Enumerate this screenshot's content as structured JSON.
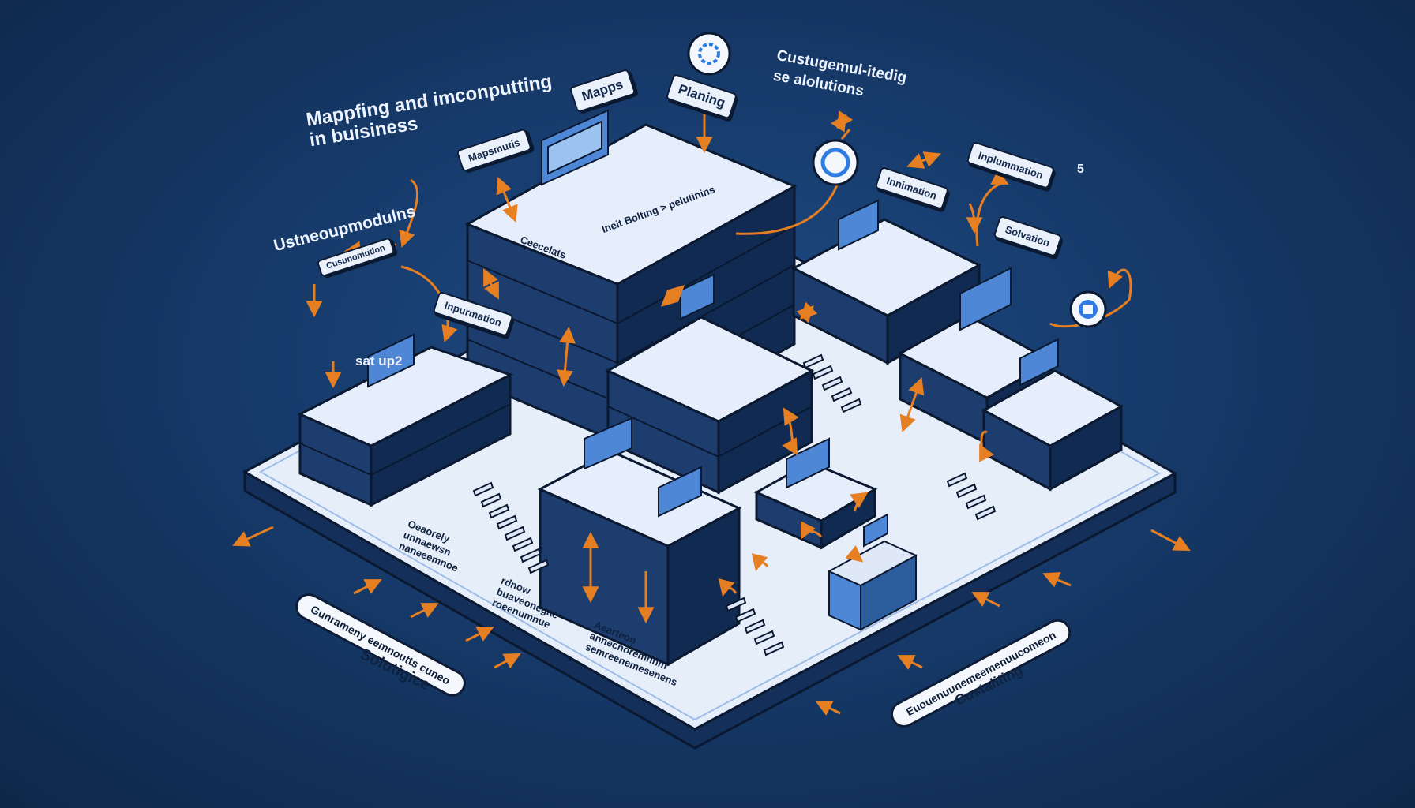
{
  "colors": {
    "background": "#163a6a",
    "platform_top": "#e6eefa",
    "platform_side": "#16325c",
    "block_side": "#1a3a6a",
    "accent_arrow": "#e67e22",
    "screen": "#4d87d6",
    "ink": "#0d1c36"
  },
  "labels": {
    "title": "Mappfing and imconputting\nin buisiness",
    "mapps": "Mapps",
    "planing": "Planing",
    "cust_title": "Custugemul-itedig\nse alolutions",
    "left_top_tag": "Mapsmutis",
    "side_heading": "Ustneoupmodulns",
    "small_tag": "Cusunomution",
    "implementation_left": "Inpurmation",
    "step_two": "sat up2",
    "innimation": "Innimation",
    "implummation": "Inplummation",
    "page_number": "5",
    "solvation": "Solvation",
    "block_top_left": "Ceecelats",
    "block_top_right": "Ineit Bolting > pelutinins",
    "note_a": "Oeaorely\nunnaewsn\nnaneeemnoe",
    "note_b": "rdnow\nbuaveonegae\nroeenumnue",
    "note_c": "Aearteon\nannecnoremnnm\nsemreenemesenens",
    "pill_left": "Gunrameny eemnoutts cuneo",
    "caption_left": "Solutigice",
    "pill_right": "Euouenuunemeemenuucomeon",
    "caption_right": "Custaliting"
  },
  "icons": [
    "gear-icon",
    "cycle-icon",
    "target-icon",
    "arrow-icon",
    "workstation-icon",
    "staircase-icon"
  ]
}
